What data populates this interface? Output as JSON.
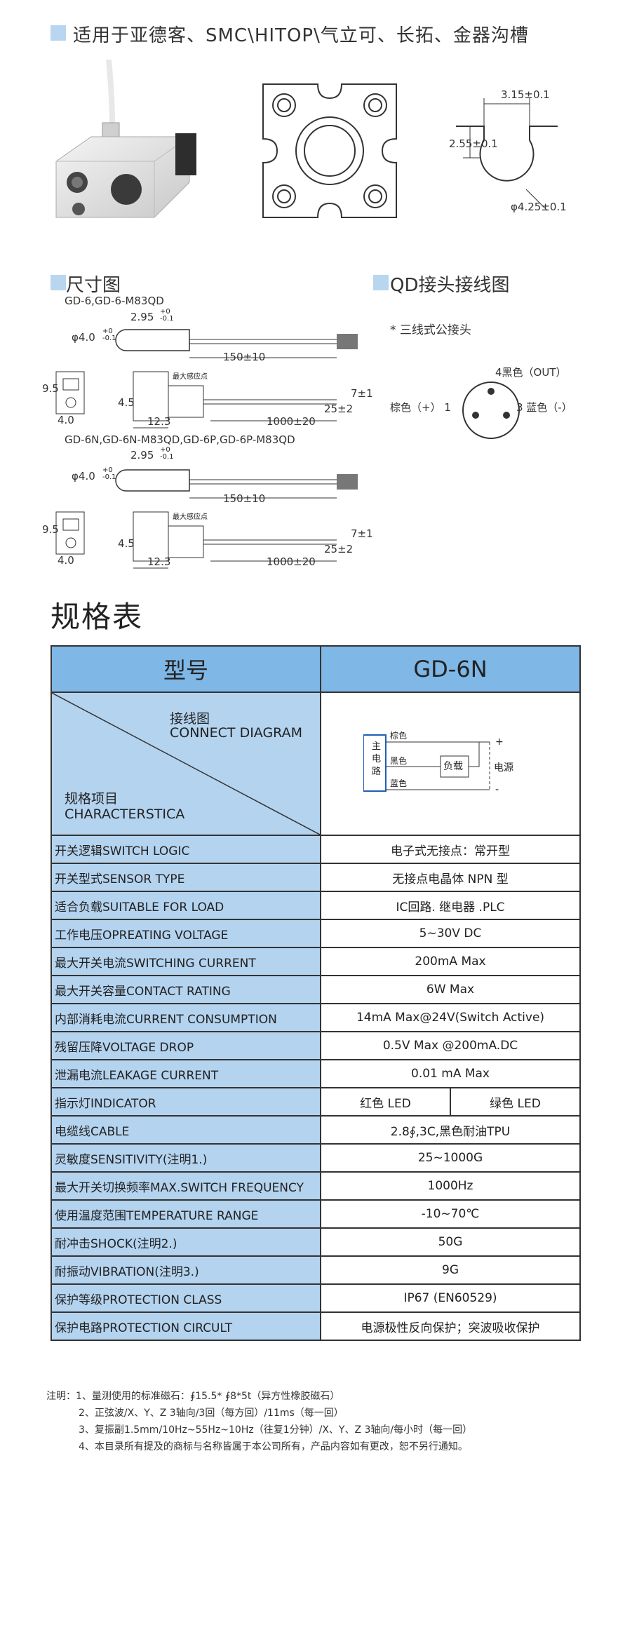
{
  "header": {
    "compat_title": "适用于亚德客、SMC\\HITOP\\气立可、长拓、金器沟槽"
  },
  "groove_dims": {
    "top": "3.15±0.1",
    "left": "2.55±0.1",
    "diameter": "φ4.25±0.1"
  },
  "sections": {
    "dimension_title": "尺寸图",
    "qd_title": "QD接头接线图",
    "spec_title": "规格表"
  },
  "dimension": {
    "model_a": "GD-6,GD-6-M83QD",
    "model_b": "GD-6N,GD-6N-M83QD,GD-6P,GD-6P-M83QD",
    "tip_dim": "2.95",
    "tip_tol_upper": "+0",
    "tip_tol_lower": "-0.1",
    "phi_dim": "φ4.0",
    "phi_tol_upper": "+0",
    "phi_tol_lower": "-0.1",
    "cable_qd": "150±10",
    "height": "9.5",
    "width": "4.0",
    "inner": "4.5",
    "body_len": "12.3",
    "cable_len": "1000±20",
    "wire_7": "7±1",
    "wire_25": "25±2",
    "sense_point": "最大感应点"
  },
  "qd": {
    "note": "* 三线式公接头",
    "pin4": "4黑色（OUT）",
    "pin1": "棕色（+） 1",
    "pin3": "3 蓝色（-）"
  },
  "spec": {
    "model_label": "型号",
    "model_value": "GD-6N",
    "diagram_cn": "接线图",
    "diagram_en": "CONNECT DIAGRAM",
    "item_cn": "规格项目",
    "item_en": "CHARACTERSTICA",
    "circuit": {
      "main": [
        "主",
        "电",
        "路"
      ],
      "brown": "棕色",
      "black": "黑色",
      "blue": "蓝色",
      "load": "负载",
      "power": "电源",
      "plus": "+",
      "minus": "-"
    },
    "rows": [
      {
        "label": "开关逻辑SWITCH LOGIC",
        "value": "电子式无接点：常开型"
      },
      {
        "label": "开关型式SENSOR TYPE",
        "value": "无接点电晶体 NPN 型"
      },
      {
        "label": "适合负载SUITABLE FOR LOAD",
        "value": "IC回路. 继电器 .PLC"
      },
      {
        "label": "工作电压OPREATING VOLTAGE",
        "value": "5~30V DC"
      },
      {
        "label": "最大开关电流SWITCHING CURRENT",
        "value": "200mA Max"
      },
      {
        "label": "最大开关容量CONTACT RATING",
        "value": "6W Max"
      },
      {
        "label": "内部消耗电流CURRENT CONSUMPTION",
        "value": "14mA Max@24V(Switch Active)"
      },
      {
        "label": "残留压降VOLTAGE DROP",
        "value": "0.5V Max @200mA.DC"
      },
      {
        "label": "泄漏电流LEAKAGE CURRENT",
        "value": "0.01 mA Max"
      },
      {
        "label": "指示灯INDICATOR",
        "value_a": "红色 LED",
        "value_b": "绿色 LED"
      },
      {
        "label": "电缆线CABLE",
        "value": "2.8∮,3C,黑色耐油TPU"
      },
      {
        "label": "灵敏度SENSITIVITY(注明1.)",
        "value": "25~1000G"
      },
      {
        "label": "最大开关切换频率MAX.SWITCH FREQUENCY",
        "value": "1000Hz"
      },
      {
        "label": "使用温度范围TEMPERATURE RANGE",
        "value": "-10~70℃"
      },
      {
        "label": "耐冲击SHOCK(注明2.)",
        "value": "50G"
      },
      {
        "label": "耐振动VIBRATION(注明3.)",
        "value": "9G"
      },
      {
        "label": "保护等级PROTECTION CLASS",
        "value": "IP67 (EN60529)"
      },
      {
        "label": "保护电路PROTECTION CIRCULT",
        "value": "电源极性反向保护；突波吸收保护"
      }
    ]
  },
  "notes": [
    "注明：1、量测使用的标准磁石：∮15.5* ∮8*5t（异方性橡胶磁石）",
    "2、正弦波/X、Y、Z 3轴向/3回（每方回）/11ms（每一回）",
    "3、复振副1.5mm/10Hz~55Hz~10Hz（往复1分钟）/X、Y、Z 3轴向/每小时（每一回）",
    "4、本目录所有提及的商标与名称皆属于本公司所有，产品内容如有更改，恕不另行通知。"
  ]
}
